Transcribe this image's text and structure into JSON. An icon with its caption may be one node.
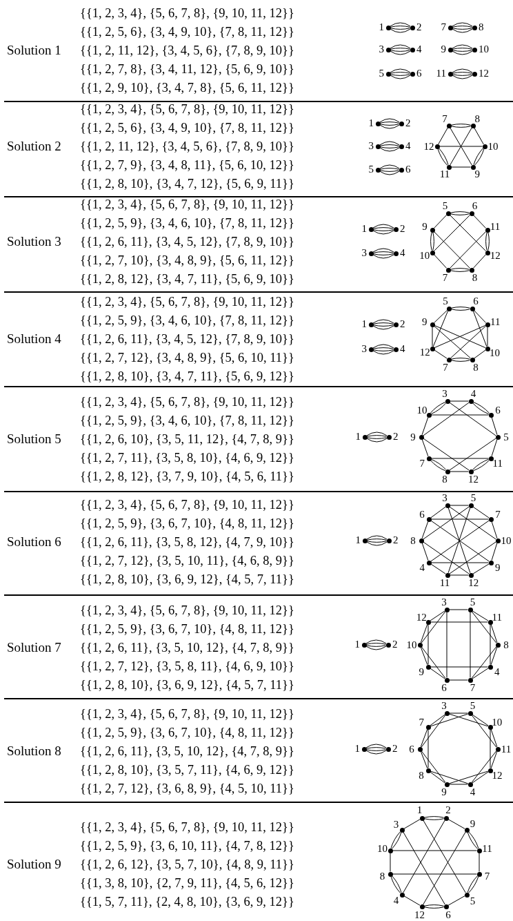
{
  "diagram": {
    "nodes": [
      {
        "text": [],
        "shape": "circle",
        "beside": [
          "1"
        ]
      },
      {
        "text": [],
        "shape": "circle",
        "beside": [
          "2"
        ]
      },
      {
        "text": [],
        "shape": "circle",
        "beside": [
          "7"
        ]
      },
      {
        "text": [],
        "shape": "circle",
        "beside": [
          "8"
        ]
      },
      {
        "text": [],
        "shape": "circle",
        "beside": [
          "3"
        ]
      },
      {
        "text": [],
        "shape": "circle",
        "beside": [
          "4"
        ]
      },
      {
        "text": [],
        "shape": "circle",
        "beside": [
          "9"
        ]
      },
      {
        "text": [],
        "shape": "circle",
        "beside": [
          "10"
        ]
      },
      {
        "text": [],
        "shape": "circle",
        "beside": [
          "5"
        ]
      },
      {
        "text": [],
        "shape": "circle",
        "beside": [
          "6"
        ]
      },
      {
        "text": [],
        "shape": "circle",
        "beside": [
          "11"
        ]
      },
      {
        "text": [],
        "shape": "circle",
        "beside": [
          "12"
        ]
      },
      {
        "text": [],
        "shape": "circle",
        "beside": [
          "1"
        ]
      },
      {
        "text": [],
        "shape": "circle",
        "beside": [
          "2"
        ]
      },
      {
        "text": [],
        "shape": "circle",
        "beside": [
          "7"
        ]
      },
      {
        "text": [],
        "shape": "circle",
        "beside": [
          "8"
        ]
      },
      {
        "text": [],
        "shape": "circle",
        "beside": [
          "3"
        ]
      },
      {
        "text": [],
        "shape": "circle",
        "beside": [
          "4"
        ]
      },
      {
        "text": [],
        "shape": "circle",
        "beside": [
          "12"
        ]
      },
      {
        "text": [],
        "shape": "circle",
        "beside": [
          "10"
        ]
      },
      {
        "text": [],
        "shape": "circle",
        "beside": [
          "5"
        ]
      },
      {
        "text": [],
        "shape": "circle",
        "beside": [
          "6"
        ]
      },
      {
        "text": [],
        "shape": "circle",
        "beside": [
          "11"
        ]
      },
      {
        "text": [],
        "shape": "circle",
        "beside": [
          "9"
        ]
      },
      {
        "text": [],
        "shape": "circle",
        "beside": [
          "5"
        ]
      },
      {
        "text": [],
        "shape": "circle",
        "beside": [
          "6"
        ]
      },
      {
        "text": [],
        "shape": "circle",
        "beside": [
          "1"
        ]
      },
      {
        "text": [],
        "shape": "circle",
        "beside": [
          "2"
        ]
      },
      {
        "text": [],
        "shape": "circle",
        "beside": [
          "9"
        ]
      },
      {
        "text": [],
        "shape": "circle",
        "beside": [
          "11"
        ]
      },
      {
        "text": [],
        "shape": "circle",
        "beside": [
          "3"
        ]
      },
      {
        "text": [],
        "shape": "circle",
        "beside": [
          "4"
        ]
      },
      {
        "text": [],
        "shape": "circle",
        "beside": [
          "10"
        ]
      },
      {
        "text": [],
        "shape": "circle",
        "beside": [
          "12"
        ]
      },
      {
        "text": [],
        "shape": "circle",
        "beside": [
          "7"
        ]
      },
      {
        "text": [],
        "shape": "circle",
        "beside": [
          "8"
        ]
      },
      {
        "text": [],
        "shape": "circle",
        "beside": [
          "5"
        ]
      },
      {
        "text": [],
        "shape": "circle",
        "beside": [
          "6"
        ]
      },
      {
        "text": [],
        "shape": "circle",
        "beside": [
          "1"
        ]
      },
      {
        "text": [],
        "shape": "circle",
        "beside": [
          "2"
        ]
      },
      {
        "text": [],
        "shape": "circle",
        "beside": [
          "9"
        ]
      },
      {
        "text": [],
        "shape": "circle",
        "beside": [
          "11"
        ]
      },
      {
        "text": [],
        "shape": "circle",
        "beside": [
          "3"
        ]
      },
      {
        "text": [],
        "shape": "circle",
        "beside": [
          "4"
        ]
      },
      {
        "text": [],
        "shape": "circle",
        "beside": [
          "12"
        ]
      },
      {
        "text": [],
        "shape": "circle",
        "beside": [
          "10"
        ]
      },
      {
        "text": [],
        "shape": "circle",
        "beside": [
          "7"
        ]
      },
      {
        "text": [],
        "shape": "circle",
        "beside": [
          "8"
        ]
      },
      {
        "text": [],
        "shape": "circle",
        "beside": [
          "3"
        ]
      },
      {
        "text": [],
        "shape": "circle",
        "beside": [
          "4"
        ]
      },
      {
        "text": [],
        "shape": "circle",
        "beside": [
          "10"
        ]
      },
      {
        "text": [],
        "shape": "circle",
        "beside": [
          "6"
        ]
      },
      {
        "text": [],
        "shape": "circle",
        "beside": [
          "1"
        ]
      },
      {
        "text": [],
        "shape": "circle",
        "beside": [
          "2"
        ]
      },
      {
        "text": [],
        "shape": "circle",
        "beside": [
          "9"
        ]
      },
      {
        "text": [],
        "shape": "circle",
        "beside": [
          "5"
        ]
      },
      {
        "text": [],
        "shape": "circle",
        "beside": [
          "7"
        ]
      },
      {
        "text": [],
        "shape": "circle",
        "beside": [
          "11"
        ]
      },
      {
        "text": [],
        "shape": "circle",
        "beside": [
          "8"
        ]
      },
      {
        "text": [],
        "shape": "circle",
        "beside": [
          "12"
        ]
      },
      {
        "text": [],
        "shape": "circle",
        "beside": [
          "3"
        ]
      },
      {
        "text": [],
        "shape": "circle",
        "beside": [
          "5"
        ]
      },
      {
        "text": [],
        "shape": "circle",
        "beside": [
          "6"
        ]
      },
      {
        "text": [],
        "shape": "circle",
        "beside": [
          "7"
        ]
      },
      {
        "text": [],
        "shape": "circle",
        "beside": [
          "1"
        ]
      },
      {
        "text": [],
        "shape": "circle",
        "beside": [
          "2"
        ]
      },
      {
        "text": [],
        "shape": "circle",
        "beside": [
          "8"
        ]
      },
      {
        "text": [],
        "shape": "circle",
        "beside": [
          "10"
        ]
      },
      {
        "text": [],
        "shape": "circle",
        "beside": [
          "4"
        ]
      },
      {
        "text": [],
        "shape": "circle",
        "beside": [
          "9"
        ]
      },
      {
        "text": [],
        "shape": "circle",
        "beside": [
          "11"
        ]
      },
      {
        "text": [],
        "shape": "circle",
        "beside": [
          "12"
        ]
      },
      {
        "text": [],
        "shape": "circle",
        "beside": [
          "3"
        ]
      },
      {
        "text": [],
        "shape": "circle",
        "beside": [
          "5"
        ]
      },
      {
        "text": [],
        "shape": "circle",
        "beside": [
          "12"
        ]
      },
      {
        "text": [],
        "shape": "circle",
        "beside": [
          "11"
        ]
      },
      {
        "text": [],
        "shape": "circle",
        "beside": [
          "1"
        ]
      },
      {
        "text": [],
        "shape": "circle",
        "beside": [
          "2"
        ]
      },
      {
        "text": [],
        "shape": "circle",
        "beside": [
          "10"
        ]
      },
      {
        "text": [],
        "shape": "circle",
        "beside": [
          "8"
        ]
      },
      {
        "text": [],
        "shape": "circle",
        "beside": [
          "9"
        ]
      },
      {
        "text": [],
        "shape": "circle",
        "beside": [
          "4"
        ]
      },
      {
        "text": [],
        "shape": "circle",
        "beside": [
          "6"
        ]
      },
      {
        "text": [],
        "shape": "circle",
        "beside": [
          "7"
        ]
      },
      {
        "text": [],
        "shape": "circle",
        "beside": [
          "3"
        ]
      },
      {
        "text": [],
        "shape": "circle",
        "beside": [
          "5"
        ]
      },
      {
        "text": [],
        "shape": "circle",
        "beside": [
          "7"
        ]
      },
      {
        "text": [],
        "shape": "circle",
        "beside": [
          "10"
        ]
      },
      {
        "text": [],
        "shape": "circle",
        "beside": [
          "1"
        ]
      },
      {
        "text": [],
        "shape": "circle",
        "beside": [
          "2"
        ]
      },
      {
        "text": [],
        "shape": "circle",
        "beside": [
          "6"
        ]
      },
      {
        "text": [],
        "shape": "circle",
        "beside": [
          "11"
        ]
      },
      {
        "text": [],
        "shape": "circle",
        "beside": [
          "8"
        ]
      },
      {
        "text": [],
        "shape": "circle",
        "beside": [
          "12"
        ]
      },
      {
        "text": [],
        "shape": "circle",
        "beside": [
          "9"
        ]
      },
      {
        "text": [],
        "shape": "circle",
        "beside": [
          "4"
        ]
      },
      {
        "text": [],
        "shape": "circle",
        "beside": [
          "1"
        ]
      },
      {
        "text": [],
        "shape": "circle",
        "beside": [
          "2"
        ]
      },
      {
        "text": [],
        "shape": "circle",
        "beside": [
          "3"
        ]
      },
      {
        "text": [],
        "shape": "circle",
        "beside": [
          "9"
        ]
      },
      {
        "text": [],
        "shape": "circle",
        "beside": [
          "10"
        ]
      },
      {
        "text": [],
        "shape": "circle",
        "beside": [
          "11"
        ]
      },
      {
        "text": [],
        "shape": "circle",
        "beside": [
          "8"
        ]
      },
      {
        "text": [],
        "shape": "circle",
        "beside": [
          "7"
        ]
      },
      {
        "text": [],
        "shape": "circle",
        "beside": [
          "4"
        ]
      },
      {
        "text": [],
        "shape": "circle",
        "beside": [
          "5"
        ]
      },
      {
        "text": [],
        "shape": "circle",
        "beside": [
          "12"
        ]
      },
      {
        "text": [],
        "shape": "circle",
        "beside": [
          "6"
        ]
      }
    ],
    "edges": [
      {
        "from": 0,
        "to": 1,
        "arrow": "none"
      },
      {
        "from": 0,
        "to": 1,
        "arrow": "none"
      },
      {
        "from": 0,
        "to": 1,
        "arrow": "none"
      },
      {
        "from": 0,
        "to": 1,
        "arrow": "none"
      },
      {
        "from": 2,
        "to": 3,
        "arrow": "none"
      },
      {
        "from": 2,
        "to": 3,
        "arrow": "none"
      },
      {
        "from": 2,
        "to": 3,
        "arrow": "none"
      },
      {
        "from": 2,
        "to": 3,
        "arrow": "none"
      },
      {
        "from": 4,
        "to": 5,
        "arrow": "none"
      },
      {
        "from": 4,
        "to": 5,
        "arrow": "none"
      },
      {
        "from": 4,
        "to": 5,
        "arrow": "none"
      },
      {
        "from": 4,
        "to": 5,
        "arrow": "none"
      },
      {
        "from": 6,
        "to": 7,
        "arrow": "none"
      },
      {
        "from": 6,
        "to": 7,
        "arrow": "none"
      },
      {
        "from": 6,
        "to": 7,
        "arrow": "none"
      },
      {
        "from": 6,
        "to": 7,
        "arrow": "none"
      },
      {
        "from": 8,
        "to": 9,
        "arrow": "none"
      },
      {
        "from": 8,
        "to": 9,
        "arrow": "none"
      },
      {
        "from": 8,
        "to": 9,
        "arrow": "none"
      },
      {
        "from": 8,
        "to": 9,
        "arrow": "none"
      },
      {
        "from": 10,
        "to": 11,
        "arrow": "none"
      },
      {
        "from": 10,
        "to": 11,
        "arrow": "none"
      },
      {
        "from": 10,
        "to": 11,
        "arrow": "none"
      },
      {
        "from": 10,
        "to": 11,
        "arrow": "none"
      },
      {
        "from": 12,
        "to": 13,
        "arrow": "none"
      },
      {
        "from": 12,
        "to": 13,
        "arrow": "none"
      },
      {
        "from": 12,
        "to": 13,
        "arrow": "none"
      },
      {
        "from": 12,
        "to": 13,
        "arrow": "none"
      },
      {
        "from": 14,
        "to": 15,
        "arrow": "none"
      },
      {
        "from": 14,
        "to": 15,
        "arrow": "none"
      },
      {
        "from": 16,
        "to": 17,
        "arrow": "none"
      },
      {
        "from": 16,
        "to": 17,
        "arrow": "none"
      },
      {
        "from": 16,
        "to": 17,
        "arrow": "none"
      },
      {
        "from": 16,
        "to": 17,
        "arrow": "none"
      },
      {
        "from": 20,
        "to": 21,
        "arrow": "none"
      },
      {
        "from": 20,
        "to": 21,
        "arrow": "none"
      },
      {
        "from": 20,
        "to": 21,
        "arrow": "none"
      },
      {
        "from": 20,
        "to": 21,
        "arrow": "none"
      },
      {
        "from": 19,
        "to": 23,
        "arrow": "none"
      },
      {
        "from": 19,
        "to": 23,
        "arrow": "none"
      },
      {
        "from": 18,
        "to": 22,
        "arrow": "none"
      },
      {
        "from": 18,
        "to": 22,
        "arrow": "none"
      },
      {
        "from": 14,
        "to": 23,
        "arrow": "none"
      },
      {
        "from": 14,
        "to": 18,
        "arrow": "none"
      },
      {
        "from": 15,
        "to": 19,
        "arrow": "none"
      },
      {
        "from": 15,
        "to": 22,
        "arrow": "none"
      },
      {
        "from": 22,
        "to": 23,
        "arrow": "none"
      },
      {
        "from": 18,
        "to": 19,
        "arrow": "none"
      },
      {
        "from": 26,
        "to": 27,
        "arrow": "none"
      },
      {
        "from": 26,
        "to": 27,
        "arrow": "none"
      },
      {
        "from": 26,
        "to": 27,
        "arrow": "none"
      },
      {
        "from": 26,
        "to": 27,
        "arrow": "none"
      },
      {
        "from": 30,
        "to": 31,
        "arrow": "none"
      },
      {
        "from": 30,
        "to": 31,
        "arrow": "none"
      },
      {
        "from": 30,
        "to": 31,
        "arrow": "none"
      },
      {
        "from": 30,
        "to": 31,
        "arrow": "none"
      },
      {
        "from": 24,
        "to": 25,
        "arrow": "none"
      },
      {
        "from": 24,
        "to": 25,
        "arrow": "none"
      },
      {
        "from": 34,
        "to": 35,
        "arrow": "none"
      },
      {
        "from": 34,
        "to": 35,
        "arrow": "none"
      },
      {
        "from": 28,
        "to": 32,
        "arrow": "none"
      },
      {
        "from": 28,
        "to": 32,
        "arrow": "none"
      },
      {
        "from": 29,
        "to": 33,
        "arrow": "none"
      },
      {
        "from": 29,
        "to": 33,
        "arrow": "none"
      },
      {
        "from": 24,
        "to": 28,
        "arrow": "none"
      },
      {
        "from": 24,
        "to": 33,
        "arrow": "none"
      },
      {
        "from": 25,
        "to": 32,
        "arrow": "none"
      },
      {
        "from": 25,
        "to": 29,
        "arrow": "none"
      },
      {
        "from": 32,
        "to": 34,
        "arrow": "none"
      },
      {
        "from": 29,
        "to": 34,
        "arrow": "none"
      },
      {
        "from": 28,
        "to": 35,
        "arrow": "none"
      },
      {
        "from": 33,
        "to": 35,
        "arrow": "none"
      },
      {
        "from": 38,
        "to": 39,
        "arrow": "none"
      },
      {
        "from": 38,
        "to": 39,
        "arrow": "none"
      },
      {
        "from": 38,
        "to": 39,
        "arrow": "none"
      },
      {
        "from": 38,
        "to": 39,
        "arrow": "none"
      },
      {
        "from": 42,
        "to": 43,
        "arrow": "none"
      },
      {
        "from": 42,
        "to": 43,
        "arrow": "none"
      },
      {
        "from": 42,
        "to": 43,
        "arrow": "none"
      },
      {
        "from": 42,
        "to": 43,
        "arrow": "none"
      },
      {
        "from": 36,
        "to": 37,
        "arrow": "none"
      },
      {
        "from": 36,
        "to": 37,
        "arrow": "none"
      },
      {
        "from": 46,
        "to": 47,
        "arrow": "none"
      },
      {
        "from": 46,
        "to": 47,
        "arrow": "none"
      },
      {
        "from": 40,
        "to": 45,
        "arrow": "none"
      },
      {
        "from": 41,
        "to": 44,
        "arrow": "none"
      },
      {
        "from": 40,
        "to": 44,
        "arrow": "none"
      },
      {
        "from": 41,
        "to": 45,
        "arrow": "none"
      },
      {
        "from": 36,
        "to": 40,
        "arrow": "none"
      },
      {
        "from": 36,
        "to": 44,
        "arrow": "none"
      },
      {
        "from": 37,
        "to": 45,
        "arrow": "none"
      },
      {
        "from": 37,
        "to": 41,
        "arrow": "none"
      },
      {
        "from": 44,
        "to": 46,
        "arrow": "none"
      },
      {
        "from": 41,
        "to": 46,
        "arrow": "none"
      },
      {
        "from": 40,
        "to": 47,
        "arrow": "none"
      },
      {
        "from": 45,
        "to": 47,
        "arrow": "none"
      },
      {
        "from": 52,
        "to": 53,
        "arrow": "none"
      },
      {
        "from": 52,
        "to": 53,
        "arrow": "none"
      },
      {
        "from": 52,
        "to": 53,
        "arrow": "none"
      },
      {
        "from": 52,
        "to": 53,
        "arrow": "none"
      },
      {
        "from": 48,
        "to": 49,
        "arrow": "none"
      },
      {
        "from": 48,
        "to": 55,
        "arrow": "none"
      },
      {
        "from": 48,
        "to": 50,
        "arrow": "none"
      },
      {
        "from": 48,
        "to": 50,
        "arrow": "none"
      },
      {
        "from": 49,
        "to": 51,
        "arrow": "none"
      },
      {
        "from": 49,
        "to": 51,
        "arrow": "none"
      },
      {
        "from": 49,
        "to": 54,
        "arrow": "none"
      },
      {
        "from": 51,
        "to": 55,
        "arrow": "none"
      },
      {
        "from": 55,
        "to": 58,
        "arrow": "none"
      },
      {
        "from": 55,
        "to": 57,
        "arrow": "none"
      },
      {
        "from": 50,
        "to": 51,
        "arrow": "none"
      },
      {
        "from": 56,
        "to": 58,
        "arrow": "none"
      },
      {
        "from": 56,
        "to": 58,
        "arrow": "none"
      },
      {
        "from": 54,
        "to": 56,
        "arrow": "none"
      },
      {
        "from": 56,
        "to": 57,
        "arrow": "none"
      },
      {
        "from": 58,
        "to": 59,
        "arrow": "none"
      },
      {
        "from": 50,
        "to": 54,
        "arrow": "none"
      },
      {
        "from": 54,
        "to": 59,
        "arrow": "none"
      },
      {
        "from": 57,
        "to": 59,
        "arrow": "none"
      },
      {
        "from": 57,
        "to": 59,
        "arrow": "none"
      },
      {
        "from": 64,
        "to": 65,
        "arrow": "none"
      },
      {
        "from": 64,
        "to": 65,
        "arrow": "none"
      },
      {
        "from": 64,
        "to": 65,
        "arrow": "none"
      },
      {
        "from": 64,
        "to": 65,
        "arrow": "none"
      },
      {
        "from": 60,
        "to": 61,
        "arrow": "none"
      },
      {
        "from": 60,
        "to": 62,
        "arrow": "none"
      },
      {
        "from": 60,
        "to": 67,
        "arrow": "none"
      },
      {
        "from": 60,
        "to": 71,
        "arrow": "none"
      },
      {
        "from": 63,
        "to": 68,
        "arrow": "none"
      },
      {
        "from": 66,
        "to": 68,
        "arrow": "none"
      },
      {
        "from": 68,
        "to": 69,
        "arrow": "none"
      },
      {
        "from": 68,
        "to": 70,
        "arrow": "none"
      },
      {
        "from": 61,
        "to": 63,
        "arrow": "none"
      },
      {
        "from": 61,
        "to": 66,
        "arrow": "none"
      },
      {
        "from": 61,
        "to": 70,
        "arrow": "none"
      },
      {
        "from": 62,
        "to": 63,
        "arrow": "none"
      },
      {
        "from": 62,
        "to": 66,
        "arrow": "none"
      },
      {
        "from": 62,
        "to": 69,
        "arrow": "none"
      },
      {
        "from": 63,
        "to": 67,
        "arrow": "none"
      },
      {
        "from": 66,
        "to": 71,
        "arrow": "none"
      },
      {
        "from": 67,
        "to": 69,
        "arrow": "none"
      },
      {
        "from": 69,
        "to": 71,
        "arrow": "none"
      },
      {
        "from": 67,
        "to": 70,
        "arrow": "none"
      },
      {
        "from": 70,
        "to": 71,
        "arrow": "none"
      },
      {
        "from": 76,
        "to": 77,
        "arrow": "none"
      },
      {
        "from": 76,
        "to": 77,
        "arrow": "none"
      },
      {
        "from": 76,
        "to": 77,
        "arrow": "none"
      },
      {
        "from": 76,
        "to": 77,
        "arrow": "none"
      },
      {
        "from": 72,
        "to": 73,
        "arrow": "none"
      },
      {
        "from": 72,
        "to": 82,
        "arrow": "none"
      },
      {
        "from": 72,
        "to": 78,
        "arrow": "none"
      },
      {
        "from": 72,
        "to": 74,
        "arrow": "none"
      },
      {
        "from": 81,
        "to": 83,
        "arrow": "none"
      },
      {
        "from": 79,
        "to": 81,
        "arrow": "none"
      },
      {
        "from": 80,
        "to": 81,
        "arrow": "none"
      },
      {
        "from": 75,
        "to": 81,
        "arrow": "none"
      },
      {
        "from": 73,
        "to": 83,
        "arrow": "none"
      },
      {
        "from": 73,
        "to": 79,
        "arrow": "none"
      },
      {
        "from": 73,
        "to": 75,
        "arrow": "none"
      },
      {
        "from": 82,
        "to": 83,
        "arrow": "none"
      },
      {
        "from": 80,
        "to": 82,
        "arrow": "none"
      },
      {
        "from": 78,
        "to": 82,
        "arrow": "none"
      },
      {
        "from": 79,
        "to": 83,
        "arrow": "none"
      },
      {
        "from": 75,
        "to": 79,
        "arrow": "none"
      },
      {
        "from": 78,
        "to": 80,
        "arrow": "none"
      },
      {
        "from": 74,
        "to": 80,
        "arrow": "none"
      },
      {
        "from": 74,
        "to": 78,
        "arrow": "none"
      },
      {
        "from": 74,
        "to": 75,
        "arrow": "none"
      },
      {
        "from": 88,
        "to": 89,
        "arrow": "none"
      },
      {
        "from": 88,
        "to": 89,
        "arrow": "none"
      },
      {
        "from": 88,
        "to": 89,
        "arrow": "none"
      },
      {
        "from": 88,
        "to": 89,
        "arrow": "none"
      },
      {
        "from": 84,
        "to": 85,
        "arrow": "none"
      },
      {
        "from": 84,
        "to": 90,
        "arrow": "none"
      },
      {
        "from": 84,
        "to": 86,
        "arrow": "none"
      },
      {
        "from": 84,
        "to": 87,
        "arrow": "none"
      },
      {
        "from": 92,
        "to": 95,
        "arrow": "none"
      },
      {
        "from": 94,
        "to": 95,
        "arrow": "none"
      },
      {
        "from": 91,
        "to": 95,
        "arrow": "none"
      },
      {
        "from": 93,
        "to": 95,
        "arrow": "none"
      },
      {
        "from": 85,
        "to": 86,
        "arrow": "none"
      },
      {
        "from": 85,
        "to": 87,
        "arrow": "none"
      },
      {
        "from": 85,
        "to": 91,
        "arrow": "none"
      },
      {
        "from": 86,
        "to": 90,
        "arrow": "none"
      },
      {
        "from": 90,
        "to": 92,
        "arrow": "none"
      },
      {
        "from": 90,
        "to": 94,
        "arrow": "none"
      },
      {
        "from": 86,
        "to": 92,
        "arrow": "none"
      },
      {
        "from": 92,
        "to": 94,
        "arrow": "none"
      },
      {
        "from": 93,
        "to": 94,
        "arrow": "none"
      },
      {
        "from": 87,
        "to": 91,
        "arrow": "none"
      },
      {
        "from": 87,
        "to": 93,
        "arrow": "none"
      },
      {
        "from": 91,
        "to": 93,
        "arrow": "none"
      },
      {
        "from": 96,
        "to": 97,
        "arrow": "none"
      },
      {
        "from": 96,
        "to": 97,
        "arrow": "none"
      },
      {
        "from": 96,
        "to": 98,
        "arrow": "none"
      },
      {
        "from": 96,
        "to": 105,
        "arrow": "none"
      },
      {
        "from": 97,
        "to": 104,
        "arrow": "none"
      },
      {
        "from": 97,
        "to": 99,
        "arrow": "none"
      },
      {
        "from": 98,
        "to": 107,
        "arrow": "none"
      },
      {
        "from": 98,
        "to": 100,
        "arrow": "none"
      },
      {
        "from": 98,
        "to": 100,
        "arrow": "none"
      },
      {
        "from": 102,
        "to": 104,
        "arrow": "none"
      },
      {
        "from": 102,
        "to": 104,
        "arrow": "none"
      },
      {
        "from": 104,
        "to": 106,
        "arrow": "none"
      },
      {
        "from": 105,
        "to": 107,
        "arrow": "none"
      },
      {
        "from": 103,
        "to": 105,
        "arrow": "none"
      },
      {
        "from": 103,
        "to": 105,
        "arrow": "none"
      },
      {
        "from": 106,
        "to": 107,
        "arrow": "none"
      },
      {
        "from": 106,
        "to": 107,
        "arrow": "none"
      },
      {
        "from": 102,
        "to": 103,
        "arrow": "none"
      },
      {
        "from": 101,
        "to": 103,
        "arrow": "none"
      },
      {
        "from": 100,
        "to": 102,
        "arrow": "none"
      },
      {
        "from": 99,
        "to": 101,
        "arrow": "none"
      },
      {
        "from": 99,
        "to": 101,
        "arrow": "none"
      },
      {
        "from": 99,
        "to": 106,
        "arrow": "none"
      },
      {
        "from": 100,
        "to": 101,
        "arrow": "none"
      }
    ],
    "labels": [
      "Solution 1",
      "{{1, 2, 3, 4}, {5, 6, 7, 8}, {9, 10, 11, 12}}",
      "{{1, 2, 5, 6}, {3, 4, 9, 10}, {7, 8, 11, 12}}",
      "{{1, 2, 11, 12}, {3, 4, 5, 6}, {7, 8, 9, 10}}",
      "{{1, 2, 7, 8}, {3, 4, 11, 12}, {5, 6, 9, 10}}",
      "{{1, 2, 9, 10}, {3, 4, 7, 8}, {5, 6, 11, 12}}",
      "Solution 2",
      "{{1, 2, 3, 4}, {5, 6, 7, 8}, {9, 10, 11, 12}}",
      "{{1, 2, 5, 6}, {3, 4, 9, 10}, {7, 8, 11, 12}}",
      "{{1, 2, 11, 12}, {3, 4, 5, 6}, {7, 8, 9, 10}}",
      "{{1, 2, 7, 9}, {3, 4, 8, 11}, {5, 6, 10, 12}}",
      "{{1, 2, 8, 10}, {3, 4, 7, 12}, {5, 6, 9, 11}}",
      "Solution 3",
      "{{1, 2, 3, 4}, {5, 6, 7, 8}, {9, 10, 11, 12}}",
      "{{1, 2, 5, 9}, {3, 4, 6, 10}, {7, 8, 11, 12}}",
      "{{1, 2, 6, 11}, {3, 4, 5, 12}, {7, 8, 9, 10}}",
      "{{1, 2, 7, 10}, {3, 4, 8, 9}, {5, 6, 11, 12}}",
      "{{1, 2, 8, 12}, {3, 4, 7, 11}, {5, 6, 9, 10}}",
      "Solution 4",
      "{{1, 2, 3, 4}, {5, 6, 7, 8}, {9, 10, 11, 12}}",
      "{{1, 2, 5, 9}, {3, 4, 6, 10}, {7, 8, 11, 12}}",
      "{{1, 2, 6, 11}, {3, 4, 5, 12}, {7, 8, 9, 10}}",
      "{{1, 2, 7, 12}, {3, 4, 8, 9}, {5, 6, 10, 11}}",
      "{{1, 2, 8, 10}, {3, 4, 7, 11}, {5, 6, 9, 12}}",
      "Solution 5",
      "{{1, 2, 3, 4}, {5, 6, 7, 8}, {9, 10, 11, 12}}",
      "{{1, 2, 5, 9}, {3, 4, 6, 10}, {7, 8, 11, 12}}",
      "{{1, 2, 6, 10}, {3, 5, 11, 12}, {4, 7, 8, 9}}",
      "{{1, 2, 7, 11}, {3, 5, 8, 10}, {4, 6, 9, 12}}",
      "{{1, 2, 8, 12}, {3, 7, 9, 10}, {4, 5, 6, 11}}",
      "Solution 6",
      "{{1, 2, 3, 4}, {5, 6, 7, 8}, {9, 10, 11, 12}}",
      "{{1, 2, 5, 9}, {3, 6, 7, 10}, {4, 8, 11, 12}}",
      "{{1, 2, 6, 11}, {3, 5, 8, 12}, {4, 7, 9, 10}}",
      "{{1, 2, 7, 12}, {3, 5, 10, 11}, {4, 6, 8, 9}}",
      "{{1, 2, 8, 10}, {3, 6, 9, 12}, {4, 5, 7, 11}}",
      "Solution 7",
      "{{1, 2, 3, 4}, {5, 6, 7, 8}, {9, 10, 11, 12}}",
      "{{1, 2, 5, 9}, {3, 6, 7, 10}, {4, 8, 11, 12}}",
      "{{1, 2, 6, 11}, {3, 5, 10, 12}, {4, 7, 8, 9}}",
      "{{1, 2, 7, 12}, {3, 5, 8, 11}, {4, 6, 9, 10}}",
      "{{1, 2, 8, 10}, {3, 6, 9, 12}, {4, 5, 7, 11}}",
      "Solution 8",
      "{{1, 2, 3, 4}, {5, 6, 7, 8}, {9, 10, 11, 12}}",
      "{{1, 2, 5, 9}, {3, 6, 7, 10}, {4, 8, 11, 12}}",
      "{{1, 2, 6, 11}, {3, 5, 10, 12}, {4, 7, 8, 9}}",
      "{{1, 2, 8, 10}, {3, 5, 7, 11}, {4, 6, 9, 12}}",
      "{{1, 2, 7, 12}, {3, 6, 8, 9}, {4, 5, 10, 11}}",
      "Solution 9",
      "{{1, 2, 3, 4}, {5, 6, 7, 8}, {9, 10, 11, 12}}",
      "{{1, 2, 5, 9}, {3, 6, 10, 11}, {4, 7, 8, 12}}",
      "{{1, 2, 6, 12}, {3, 5, 7, 10}, {4, 8, 9, 11}}",
      "{{1, 3, 8, 10}, {2, 7, 9, 11}, {4, 5, 6, 12}}",
      "{{1, 5, 7, 11}, {2, 4, 8, 10}, {3, 6, 9, 12}}"
    ]
  }
}
